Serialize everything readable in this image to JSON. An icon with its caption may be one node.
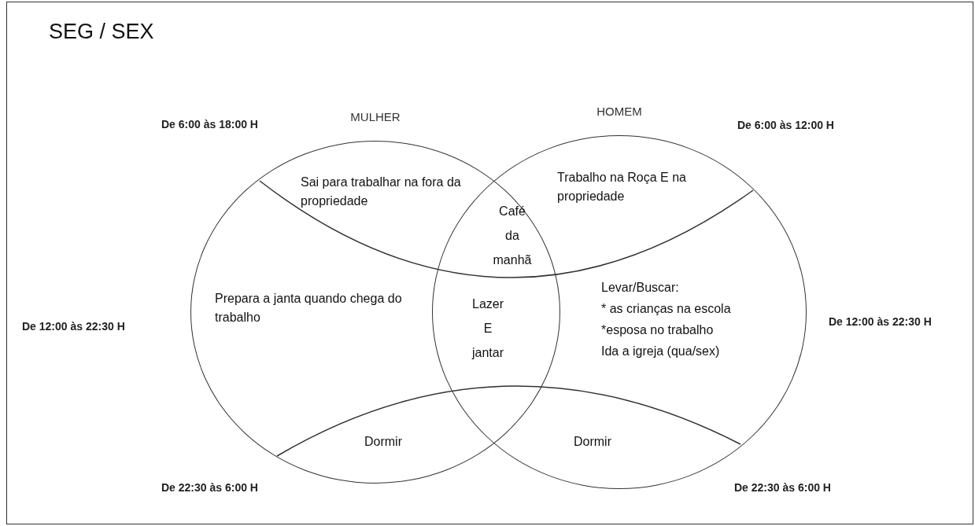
{
  "diagram": {
    "title": "SEG / SEX",
    "nodes": [
      {
        "text": [
          "MULHER"
        ]
      },
      {
        "text": [
          "HOMEM"
        ]
      }
    ],
    "labels": [
      "De 6:00 às 18:00 H",
      "De 6:00 às 12:00 H",
      "Sai para trabalhar na fora da propriedade",
      "Trabalho na Roça E na propriedade",
      "Café da manhã",
      "Prepara a janta quando chega do trabalho",
      "Lazer E jantar",
      "Levar/Buscar:",
      "* as crianças na escola",
      "*esposa no trabalho",
      "Ida a igreja (qua/sex)",
      "De 12:00 às 22:30 H",
      "De 12:00 às 22:30 H",
      "Dormir",
      "Dormir",
      "De 22:30 às 6:00 H",
      "De 22:30 às 6:00 H"
    ]
  }
}
